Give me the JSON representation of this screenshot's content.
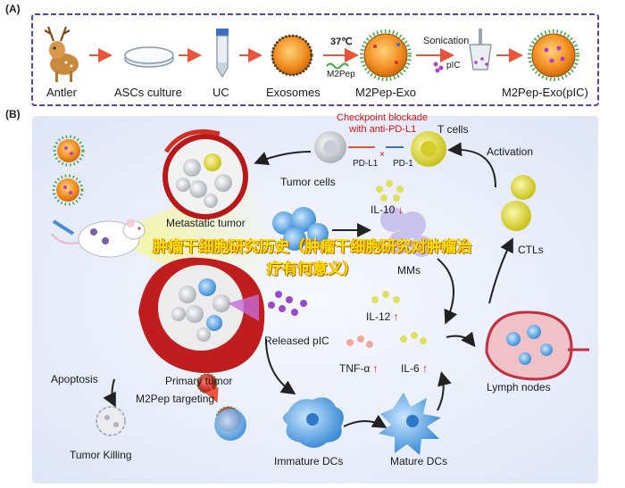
{
  "panel_a": {
    "label": "(A)",
    "steps": [
      "Antler",
      "ASCs culture",
      "UC",
      "Exosomes",
      "M2Pep-Exo",
      "M2Pep-Exo(pIC)"
    ],
    "temperature": "37℃",
    "m2pep": "M2Pep",
    "sonication": "Sonication",
    "pic": "pIC"
  },
  "panel_b": {
    "label": "(B)",
    "checkpoint_line1": "Checkpoint blockade",
    "checkpoint_line2": "with anti-PD-L1",
    "t_cells": "T cells",
    "pd_l1": "PD-L1",
    "pd_1": "PD-1",
    "activation": "Activation",
    "tumor_cells": "Tumor cells",
    "metastatic_tumor": "Metastatic tumor",
    "il10": "IL-10",
    "m2_macrophages_partial": "M",
    "m1_macrophages_partial": "M",
    "m1_suffix": "Ms",
    "ctls": "CTLs",
    "il12": "IL-12",
    "released_pic": "Released pIC",
    "apoptosis": "Apoptosis",
    "primary_tumor": "Primary tumor",
    "m2pep_targeting": "M2Pep targeting",
    "tnf_alpha": "TNF-α",
    "il6": "IL-6",
    "lymph_nodes": "Lymph nodes",
    "tumor_killing": "Tumor Killing",
    "immature_dcs": "Immature DCs",
    "mature_dcs": "Mature DCs"
  },
  "overlay": {
    "title": "肿瘤干细胞研究历史（肿瘤干细胞研究对肿瘤治疗有何意义）"
  },
  "colors": {
    "panel_a_border": "#5a3fb0",
    "arrow_red": "#e8553a",
    "label_red": "#e01010",
    "overlay_yellow": "#ffe100",
    "background_b": "#e8eefa",
    "tumor_red": "#c81e1e",
    "exosome_orange": "#f08a1c",
    "macrophage_blue": "#5aa7e8",
    "dc_cyan": "#49b8e8",
    "t_cell_yellow": "#e9e23a"
  }
}
